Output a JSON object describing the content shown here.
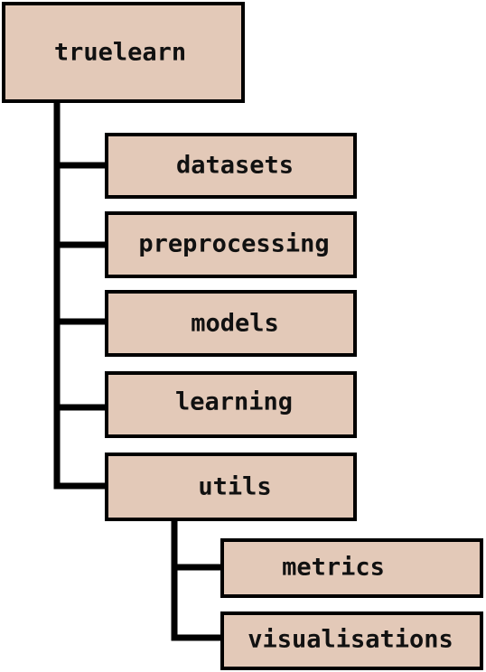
{
  "root": "truelearn",
  "children": [
    {
      "label": "datasets"
    },
    {
      "label": "preprocessing"
    },
    {
      "label": "models"
    },
    {
      "label": "learning"
    },
    {
      "label": "utils",
      "children": [
        {
          "label": "metrics"
        },
        {
          "label": "visualisations"
        }
      ]
    }
  ],
  "colors": {
    "node_fill": "#e3c9b8",
    "border": "#000000",
    "text": "#111111"
  }
}
